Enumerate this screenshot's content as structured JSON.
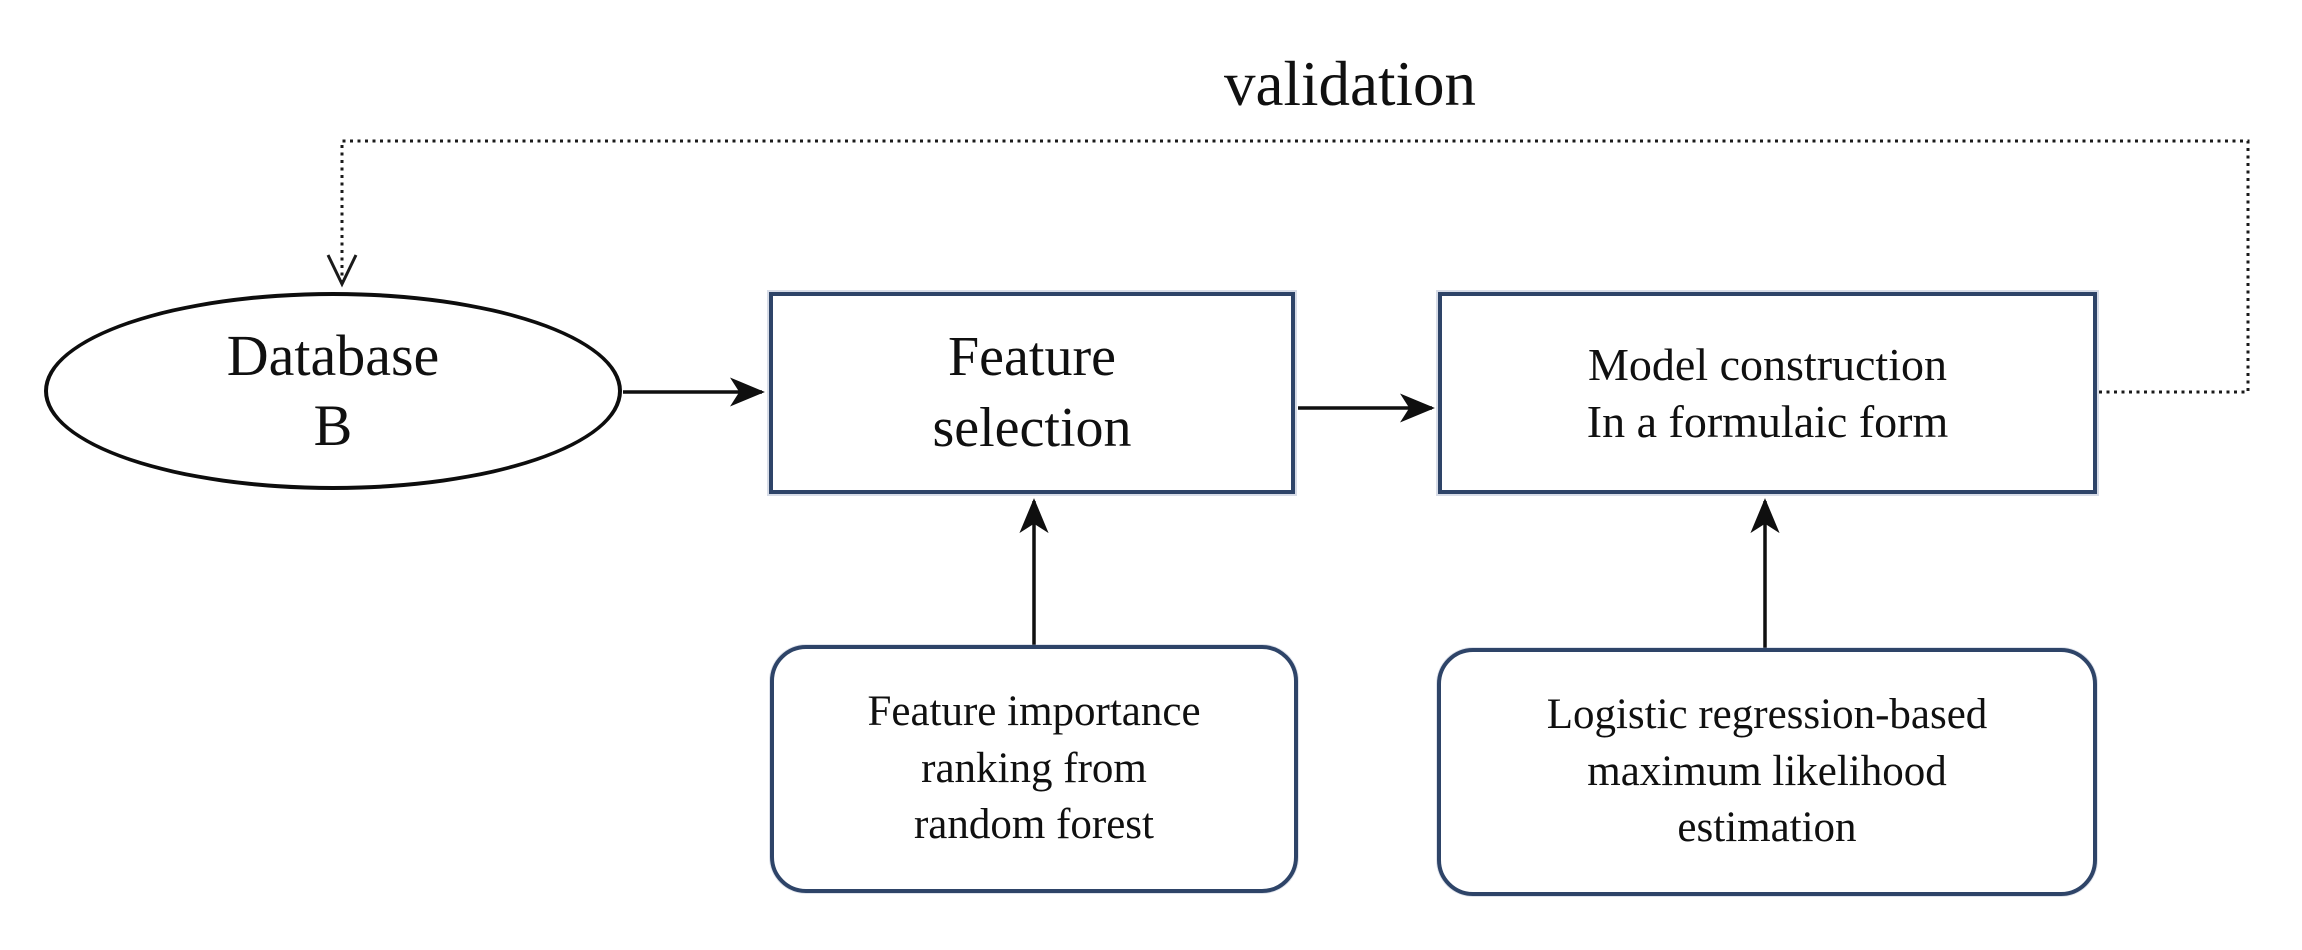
{
  "figure": {
    "type": "flowchart",
    "background": "#ffffff",
    "validation_label": "validation",
    "nodes": {
      "database": {
        "shape": "ellipse",
        "lines": [
          "Database",
          "B"
        ]
      },
      "feature_selection": {
        "shape": "rectangle",
        "lines": [
          "Feature",
          "selection"
        ]
      },
      "model_construction": {
        "shape": "rectangle",
        "lines": [
          "Model construction",
          "In a formulaic form"
        ]
      },
      "feature_importance": {
        "shape": "rounded-rectangle",
        "lines": [
          "Feature importance",
          "ranking from",
          "random forest"
        ]
      },
      "logistic_regression": {
        "shape": "rounded-rectangle",
        "lines": [
          "Logistic regression-based",
          "maximum likelihood",
          "estimation"
        ]
      }
    },
    "edges": [
      {
        "from": "database",
        "to": "feature_selection",
        "style": "solid-arrow"
      },
      {
        "from": "feature_selection",
        "to": "model_construction",
        "style": "solid-arrow"
      },
      {
        "from": "feature_importance",
        "to": "feature_selection",
        "style": "solid-arrow"
      },
      {
        "from": "logistic_regression",
        "to": "model_construction",
        "style": "solid-arrow"
      },
      {
        "from": "model_construction",
        "to": "database",
        "style": "dotted-arrow",
        "label": "validation"
      }
    ],
    "colors": {
      "rect_border": "#2e4468",
      "ellipse_border": "#0d0d0d",
      "arrow": "#0f0f0f",
      "dotted_line": "#1a1a1a",
      "text": "#101010",
      "background": "#ffffff"
    }
  }
}
